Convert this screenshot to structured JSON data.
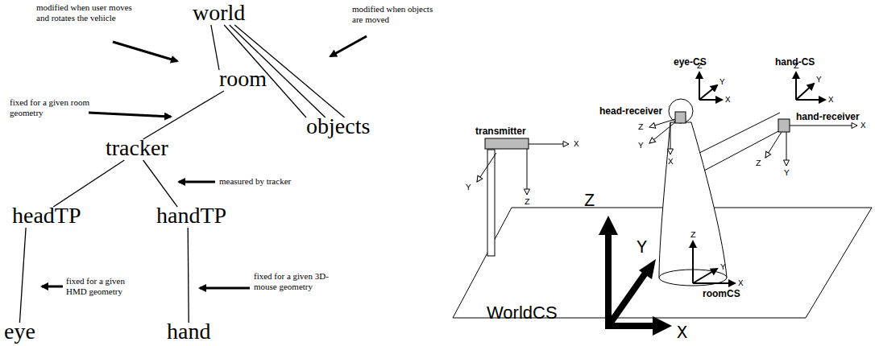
{
  "diagram": {
    "nodes": [
      {
        "text": [
          "world"
        ]
      },
      {
        "text": [
          "room"
        ]
      },
      {
        "text": [
          "objects"
        ]
      },
      {
        "text": [
          "tracker"
        ]
      },
      {
        "text": [
          "headTP"
        ]
      },
      {
        "text": [
          "handTP"
        ]
      },
      {
        "text": [
          "eye"
        ]
      },
      {
        "text": [
          "hand"
        ]
      }
    ],
    "edges": [
      {
        "from": 0,
        "to": 1,
        "arrow": "none"
      },
      {
        "from": 0,
        "to": 2,
        "arrow": "none"
      },
      {
        "from": 0,
        "to": 2,
        "arrow": "none"
      },
      {
        "from": 0,
        "to": 2,
        "arrow": "none"
      },
      {
        "from": 1,
        "to": 3,
        "arrow": "none"
      },
      {
        "from": 3,
        "to": 4,
        "arrow": "none"
      },
      {
        "from": 3,
        "to": 5,
        "arrow": "none"
      },
      {
        "from": 4,
        "to": 6,
        "arrow": "none"
      },
      {
        "from": 5,
        "to": 7,
        "arrow": "none"
      }
    ],
    "labels": [
      "modified when user moves and rotates the vehicle",
      "modified when objects are moved",
      "fixed for a given room geometry",
      "measured by tracker",
      "fixed for a given HMD geometry",
      "fixed for a given 3D-mouse geometry",
      "eye-CS",
      "hand-CS",
      "head-receiver",
      "hand-receiver",
      "transmitter",
      "roomCS",
      "WorldCS",
      "X",
      "Y",
      "Z",
      "Z",
      "Y",
      "X",
      "Z",
      "Y",
      "X",
      "Z",
      "Y",
      "X",
      "X",
      "Z",
      "Y",
      "Z",
      "Y",
      "X",
      "Z",
      "Y",
      "X"
    ]
  }
}
